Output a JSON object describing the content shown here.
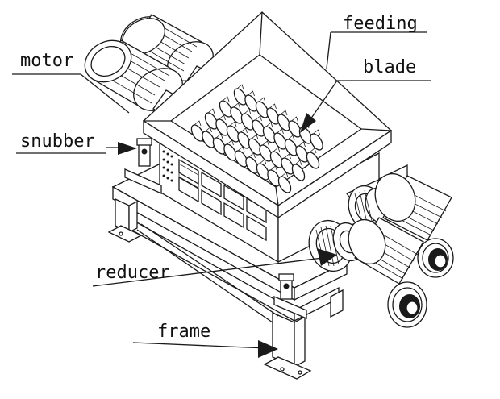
{
  "labels": {
    "feeding": "feeding",
    "blade": "blade",
    "motor": "motor",
    "snubber": "snubber",
    "reducer": "reducer",
    "frame": "frame"
  },
  "colors": {
    "line": "#1a1a1a",
    "background": "#ffffff"
  }
}
